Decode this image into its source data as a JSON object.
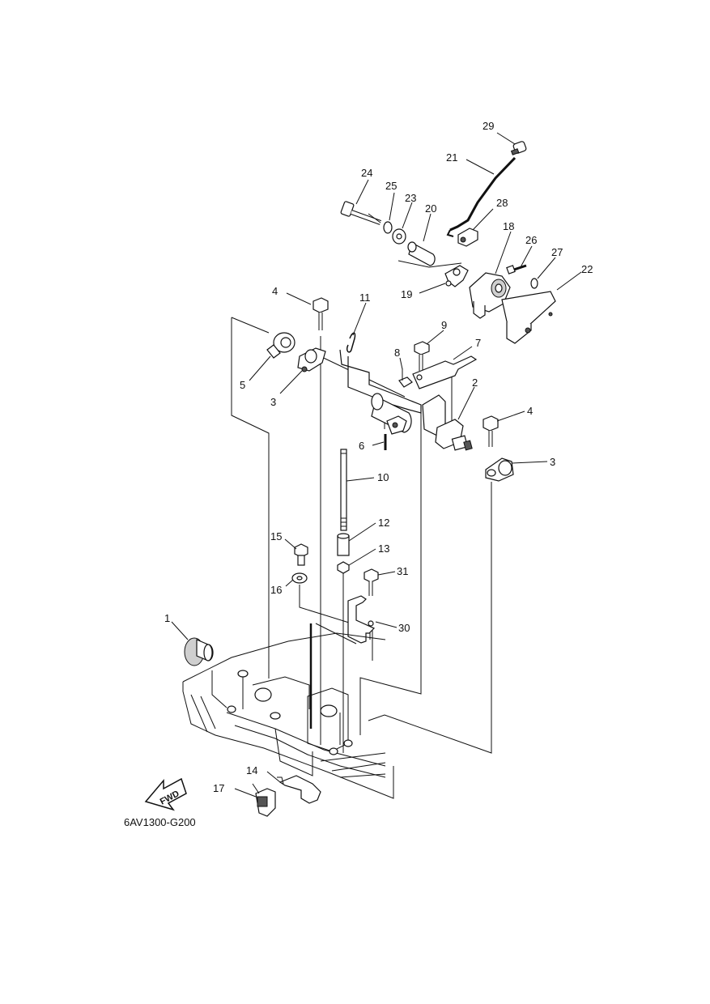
{
  "diagram": {
    "code": "6AV1300-G200",
    "fwd_label": "FWD",
    "parts": [
      {
        "id": "1",
        "label": "1"
      },
      {
        "id": "2",
        "label": "2"
      },
      {
        "id": "3a",
        "label": "3"
      },
      {
        "id": "3b",
        "label": "3"
      },
      {
        "id": "4a",
        "label": "4"
      },
      {
        "id": "4b",
        "label": "4"
      },
      {
        "id": "5",
        "label": "5"
      },
      {
        "id": "6",
        "label": "6"
      },
      {
        "id": "7",
        "label": "7"
      },
      {
        "id": "8",
        "label": "8"
      },
      {
        "id": "9",
        "label": "9"
      },
      {
        "id": "10",
        "label": "10"
      },
      {
        "id": "11",
        "label": "11"
      },
      {
        "id": "12",
        "label": "12"
      },
      {
        "id": "13",
        "label": "13"
      },
      {
        "id": "14",
        "label": "14"
      },
      {
        "id": "15",
        "label": "15"
      },
      {
        "id": "16",
        "label": "16"
      },
      {
        "id": "17",
        "label": "17"
      },
      {
        "id": "18",
        "label": "18"
      },
      {
        "id": "19",
        "label": "19"
      },
      {
        "id": "20",
        "label": "20"
      },
      {
        "id": "21",
        "label": "21"
      },
      {
        "id": "22",
        "label": "22"
      },
      {
        "id": "23",
        "label": "23"
      },
      {
        "id": "24",
        "label": "24"
      },
      {
        "id": "25",
        "label": "25"
      },
      {
        "id": "26",
        "label": "26"
      },
      {
        "id": "27",
        "label": "27"
      },
      {
        "id": "28",
        "label": "28"
      },
      {
        "id": "29",
        "label": "29"
      },
      {
        "id": "30",
        "label": "30"
      },
      {
        "id": "31",
        "label": "31"
      }
    ]
  }
}
